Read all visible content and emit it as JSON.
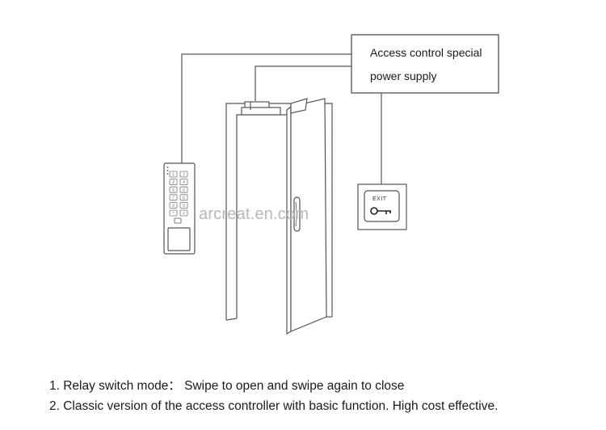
{
  "power_supply": {
    "line1": "Access control special",
    "line2": "power supply"
  },
  "exit_button": {
    "label": "EXIT",
    "icon": "key-icon"
  },
  "keypad": {
    "keys": [
      "1",
      "2",
      "3",
      "4",
      "5",
      "6",
      "7",
      "8",
      "9",
      "0",
      "*",
      "#"
    ]
  },
  "watermark": "arcreat.en.com",
  "notes": [
    "1. Relay switch mode：  Swipe to open and swipe again to close",
    "2. Classic version of the access controller with basic function. High cost effective."
  ]
}
